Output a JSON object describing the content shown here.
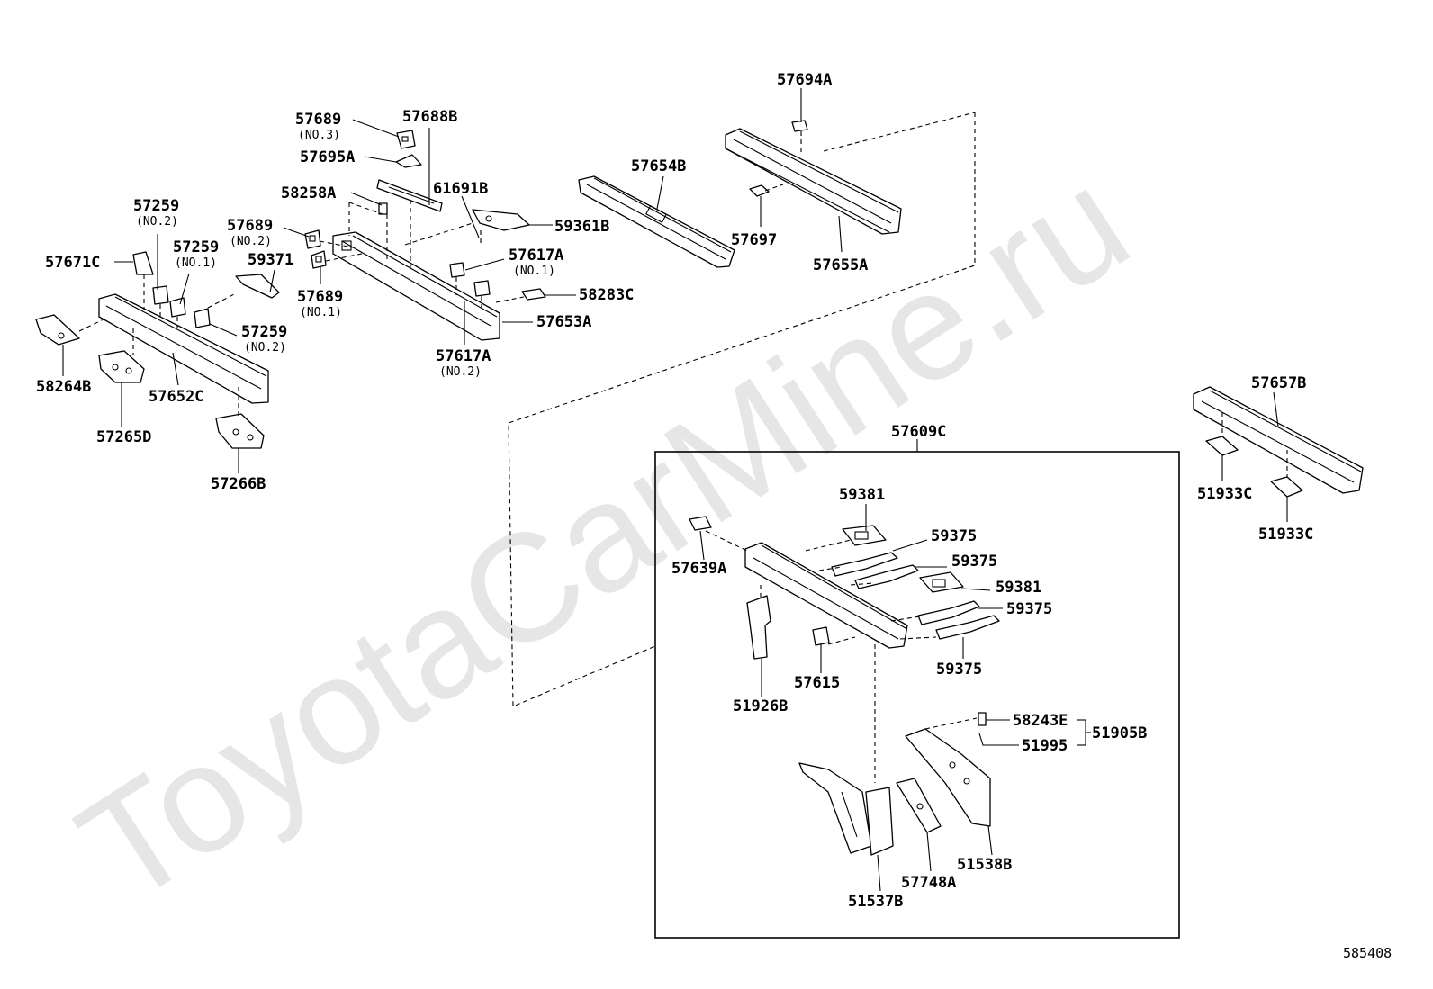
{
  "watermark": "ToyotaCarMine.ru",
  "figure_number": "585408",
  "parts": {
    "p57694A": "57694A",
    "p57689_3": "57689",
    "p57689_3_note": "(NO.3)",
    "p57688B": "57688B",
    "p57695A": "57695A",
    "p58258A": "58258A",
    "p61691B": "61691B",
    "p59361B": "59361B",
    "p57654B": "57654B",
    "p57697": "57697",
    "p57655A": "57655A",
    "p57259_2a": "57259",
    "p57259_2a_note": "(NO.2)",
    "p57689_2": "57689",
    "p57689_2_note": "(NO.2)",
    "p57259_1": "57259",
    "p57259_1_note": "(NO.1)",
    "p57671C": "57671C",
    "p59371": "59371",
    "p57617A_1": "57617A",
    "p57617A_1_note": "(NO.1)",
    "p58283C": "58283C",
    "p57689_1": "57689",
    "p57689_1_note": "(NO.1)",
    "p57653A": "57653A",
    "p57259_2b": "57259",
    "p57259_2b_note": "(NO.2)",
    "p57617A_2": "57617A",
    "p57617A_2_note": "(NO.2)",
    "p58264B": "58264B",
    "p57652C": "57652C",
    "p57265D": "57265D",
    "p57266B": "57266B",
    "p57657B": "57657B",
    "p51933C_a": "51933C",
    "p51933C_b": "51933C",
    "p57609C": "57609C",
    "p59381_a": "59381",
    "p59375_a": "59375",
    "p59375_b": "59375",
    "p59381_b": "59381",
    "p59375_c": "59375",
    "p59375_d": "59375",
    "p57639A": "57639A",
    "p57615": "57615",
    "p51926B": "51926B",
    "p58243E": "58243E",
    "p51995": "51995",
    "p51905B": "51905B",
    "p57748A": "57748A",
    "p51538B": "51538B",
    "p51537B": "51537B"
  }
}
